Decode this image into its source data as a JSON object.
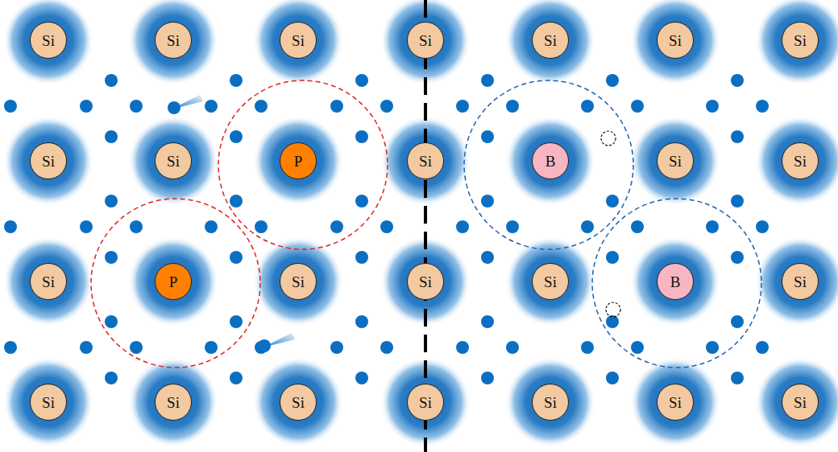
{
  "diagram": {
    "nodes": [
      {
        "text": [
          "Si"
        ]
      },
      {
        "text": [
          "Si"
        ]
      },
      {
        "text": [
          "Si"
        ]
      },
      {
        "text": [
          "Si"
        ]
      },
      {
        "text": [
          "Si"
        ]
      },
      {
        "text": [
          "Si"
        ]
      },
      {
        "text": [
          "Si"
        ]
      },
      {
        "text": [
          "Si"
        ]
      },
      {
        "text": [
          "Si"
        ]
      },
      {
        "text": [
          "P"
        ]
      },
      {
        "text": [
          "Si"
        ]
      },
      {
        "text": [
          "B"
        ]
      },
      {
        "text": [
          "Si"
        ]
      },
      {
        "text": [
          "Si"
        ]
      },
      {
        "text": [
          "Si"
        ]
      },
      {
        "text": [
          "P"
        ]
      },
      {
        "text": [
          "Si"
        ]
      },
      {
        "text": [
          "Si"
        ]
      },
      {
        "text": [
          "Si"
        ]
      },
      {
        "text": [
          "B"
        ]
      },
      {
        "text": [
          "Si"
        ]
      },
      {
        "text": [
          "Si"
        ]
      },
      {
        "text": [
          "Si"
        ]
      },
      {
        "text": [
          "Si"
        ]
      },
      {
        "text": [
          "Si"
        ]
      },
      {
        "text": [
          "Si"
        ]
      },
      {
        "text": [
          "Si"
        ]
      },
      {
        "text": [
          "Si"
        ]
      }
    ]
  }
}
